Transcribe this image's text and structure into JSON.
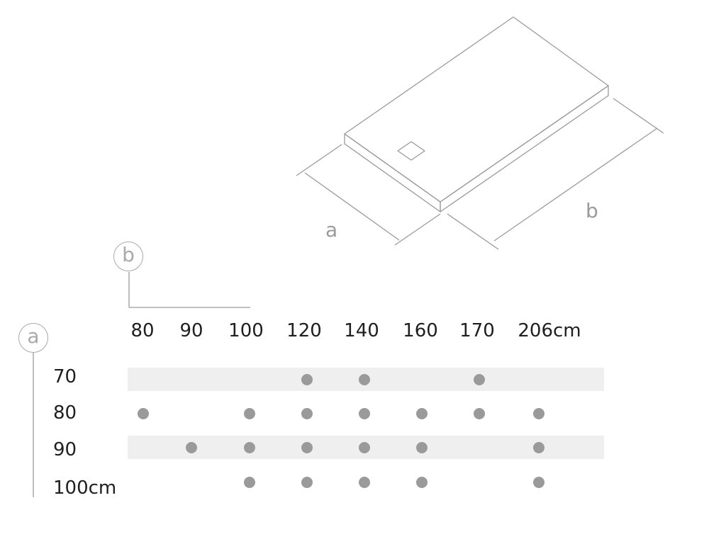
{
  "colors": {
    "line": "#9a9a9a",
    "badge": "#a9a9a9",
    "band": "#efefef",
    "dot": "#9a9a9a",
    "text": "#1f1f1f"
  },
  "drawing": {
    "label_a": "a",
    "label_b": "b"
  },
  "table": {
    "axis_b_badge": "b",
    "axis_a_badge": "a",
    "columns": [
      "80",
      "90",
      "100",
      "120",
      "140",
      "160",
      "170",
      "206cm"
    ],
    "rows": [
      {
        "label": "70",
        "available": [
          false,
          false,
          false,
          true,
          true,
          false,
          true,
          false
        ]
      },
      {
        "label": "80",
        "available": [
          true,
          false,
          true,
          true,
          true,
          true,
          true,
          true
        ]
      },
      {
        "label": "90",
        "available": [
          false,
          true,
          true,
          true,
          true,
          true,
          false,
          true
        ]
      },
      {
        "label": "100cm",
        "available": [
          false,
          false,
          true,
          true,
          true,
          true,
          false,
          true
        ]
      }
    ]
  }
}
